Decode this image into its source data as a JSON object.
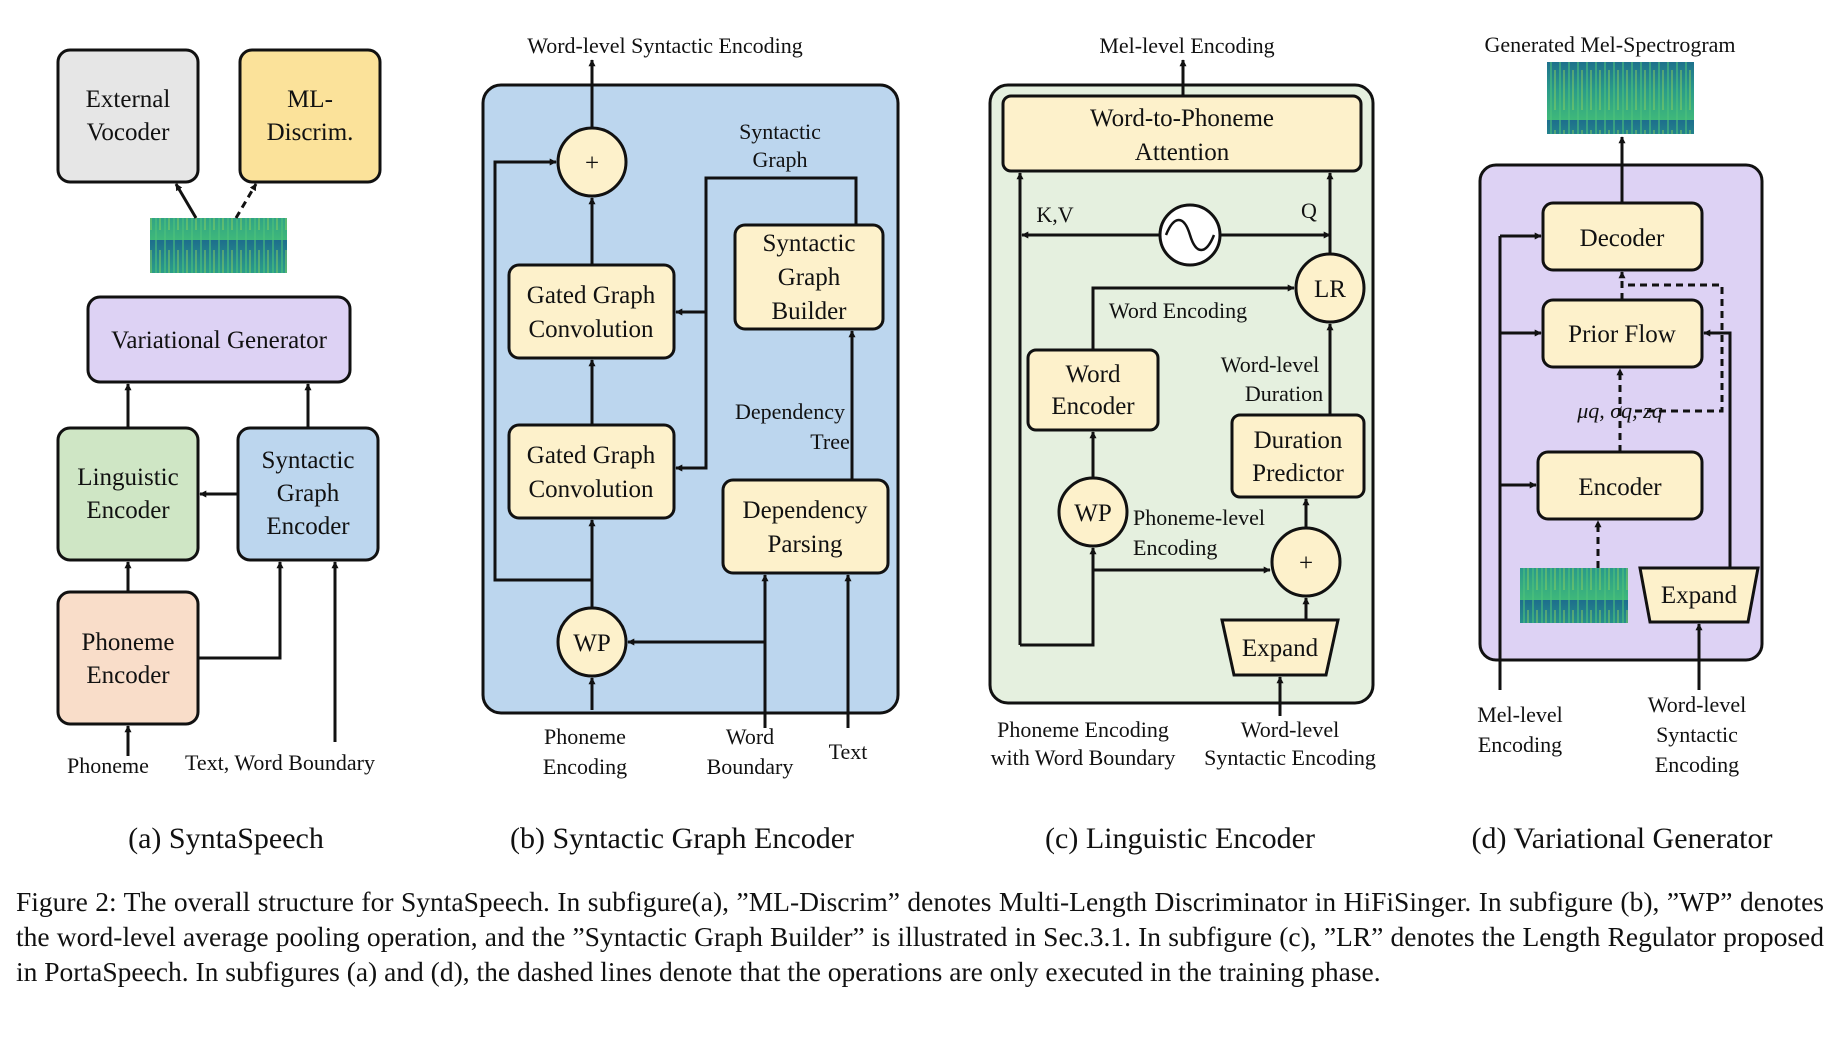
{
  "colors": {
    "gray_box": "#e6e6e6",
    "yellow_box": "#fbe29a",
    "purple": "#ddd2f4",
    "green": "#cfe6c5",
    "blue": "#bcd6ee",
    "peach": "#f9ddc9",
    "cream": "#fdf1cb",
    "green_panel": "#e5f0df",
    "stroke": "#111111"
  },
  "a": {
    "external_vocoder": [
      "External",
      "Vocoder"
    ],
    "ml_discrim": [
      "ML-",
      "Discrim."
    ],
    "variational_generator": "Variational Generator",
    "linguistic_encoder": [
      "Linguistic",
      "Encoder"
    ],
    "syntactic_graph_encoder": [
      "Syntactic",
      "Graph",
      "Encoder"
    ],
    "phoneme_encoder": [
      "Phoneme",
      "Encoder"
    ],
    "input_phoneme": "Phoneme",
    "input_text": "Text, Word Boundary",
    "caption": "(a) SyntaSpeech"
  },
  "b": {
    "output": "Word-level Syntactic Encoding",
    "plus": "+",
    "syntactic_graph_label": [
      "Syntactic",
      "Graph"
    ],
    "ggc_top": [
      "Gated Graph",
      "Convolution"
    ],
    "ggc_bottom": [
      "Gated Graph",
      "Convolution"
    ],
    "graph_builder": [
      "Syntactic",
      "Graph",
      "Builder"
    ],
    "dependency_tree_label": [
      "Dependency",
      "Tree"
    ],
    "dependency_parsing": [
      "Dependency",
      "Parsing"
    ],
    "wp": "WP",
    "input_phoneme": [
      "Phoneme",
      "Encoding"
    ],
    "input_word": [
      "Word",
      "Boundary"
    ],
    "input_text": "Text",
    "caption": "(b) Syntactic Graph Encoder"
  },
  "c": {
    "output": "Mel-level Encoding",
    "attention": [
      "Word-to-Phoneme",
      "Attention"
    ],
    "kv": "K,V",
    "q": "Q",
    "lr": "LR",
    "word_encoding_label": "Word Encoding",
    "word_encoder": [
      "Word",
      "Encoder"
    ],
    "duration_label": [
      "Word-level",
      "Duration"
    ],
    "duration_predictor": [
      "Duration",
      "Predictor"
    ],
    "wp": "WP",
    "phoneme_level_label": [
      "Phoneme-level",
      "Encoding"
    ],
    "plus": "+",
    "expand": "Expand",
    "input_phoneme": [
      "Phoneme Encoding",
      "with Word Boundary"
    ],
    "input_syntactic": [
      "Word-level",
      "Syntactic Encoding"
    ],
    "caption": "(c) Linguistic Encoder"
  },
  "d": {
    "output": "Generated Mel-Spectrogram",
    "decoder": "Decoder",
    "prior_flow": "Prior Flow",
    "latent_label": "μq, σq, zq",
    "encoder": "Encoder",
    "expand": "Expand",
    "input_mel": [
      "Mel-level",
      "Encoding"
    ],
    "input_syntactic": [
      "Word-level",
      "Syntactic",
      "Encoding"
    ],
    "caption": "(d) Variational Generator"
  },
  "figure_caption": "Figure 2: The overall structure for SyntaSpeech. In subfigure(a), ”ML-Discrim” denotes Multi-Length Discriminator in HiFiSinger. In subfigure (b), ”WP” denotes the word-level average pooling operation, and the ”Syntactic Graph Builder” is illustrated in Sec.3.1. In subfigure (c), ”LR” denotes the Length Regulator proposed in PortaSpeech. In subfigures (a) and (d), the dashed lines denote that the operations are only executed in the training phase."
}
